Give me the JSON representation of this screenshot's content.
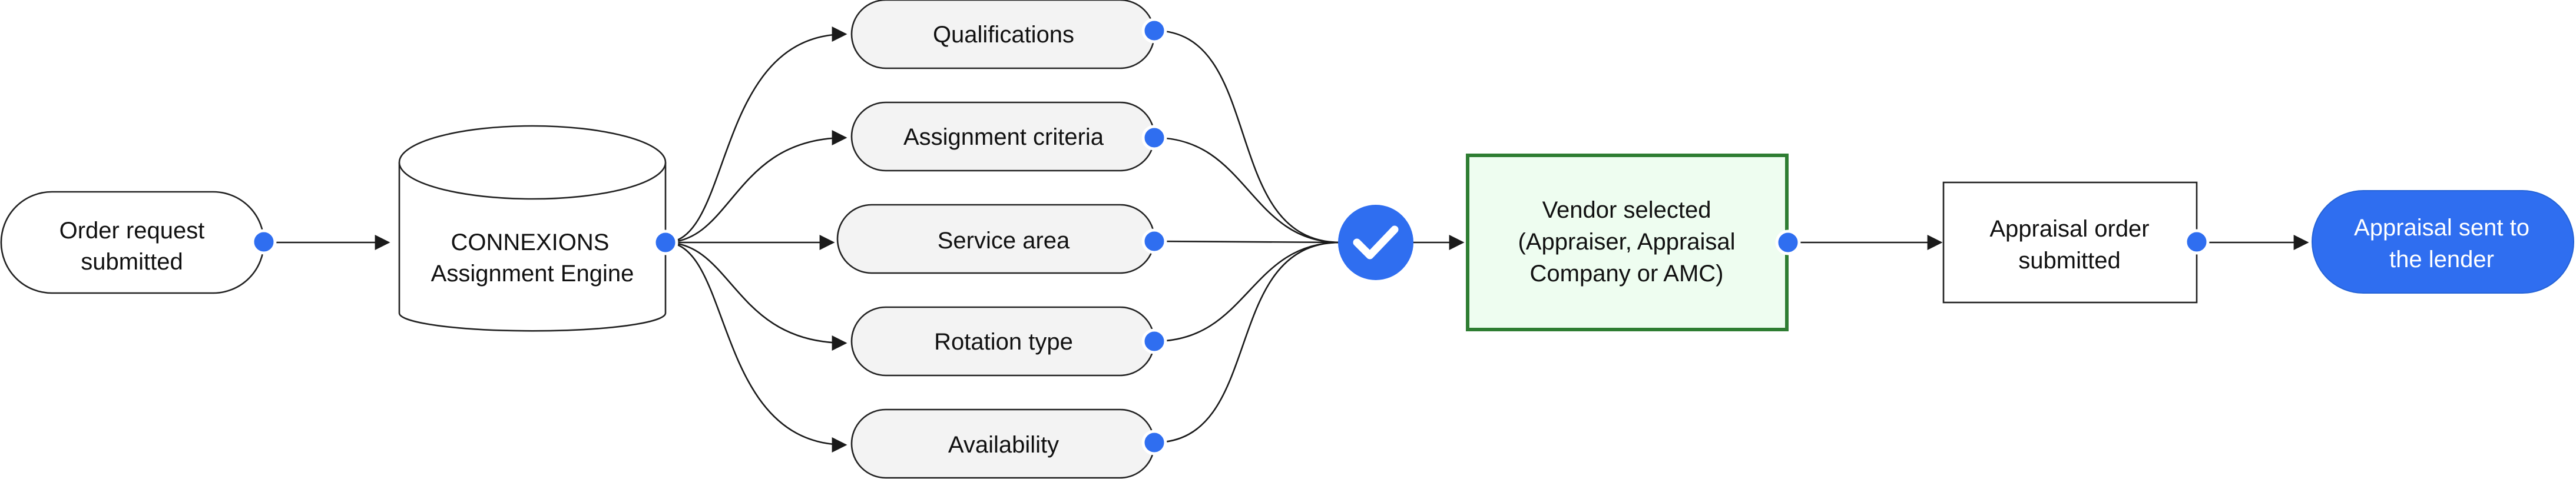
{
  "diagram": {
    "start": {
      "lines": [
        "Order request",
        "submitted"
      ]
    },
    "engine": {
      "lines": [
        "CONNEXIONS",
        "Assignment Engine"
      ]
    },
    "criteria": [
      {
        "label": "Qualifications"
      },
      {
        "label": "Assignment criteria"
      },
      {
        "label": "Service area"
      },
      {
        "label": "Rotation type"
      },
      {
        "label": "Availability"
      }
    ],
    "check_icon": "check-circle-icon",
    "vendor": {
      "lines": [
        "Vendor selected",
        "(Appraiser, Appraisal",
        "Company or AMC)"
      ]
    },
    "order": {
      "lines": [
        "Appraisal order",
        "submitted"
      ]
    },
    "final": {
      "lines": [
        "Appraisal sent to",
        "the lender"
      ]
    },
    "colors": {
      "accent_blue": "#2f6ef0",
      "vendor_fill": "#eefdf0",
      "vendor_border": "#2e7d32",
      "pill_fill": "#f3f3f3",
      "final_fill": "#2f6ef0"
    }
  }
}
